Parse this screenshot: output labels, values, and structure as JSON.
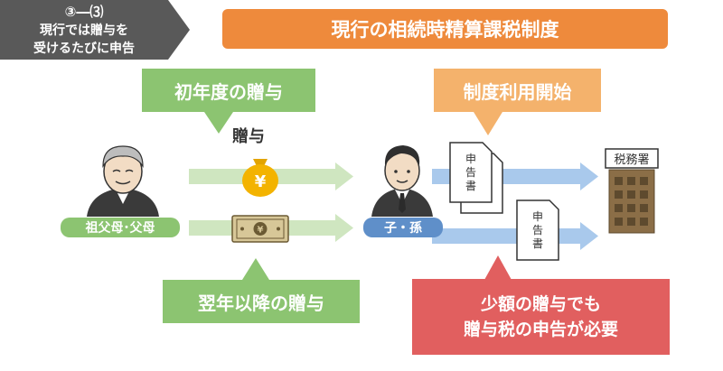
{
  "badge": {
    "number": "③―⑶",
    "line1": "現行では贈与を",
    "line2": "受けるたびに申告"
  },
  "title": "現行の相続時精算課税制度",
  "callouts": {
    "first_year": "初年度の贈与",
    "system_start": "制度利用開始",
    "following_years": "翌年以降の贈与",
    "required_line1": "少額の贈与でも",
    "required_line2": "贈与税の申告が必要"
  },
  "gift_label": "贈与",
  "grandparent_label": "祖父母･父母",
  "child_label": "子・孫",
  "document_text": "申告書",
  "tax_office_label": "税務署",
  "money_symbol": "¥",
  "colors": {
    "green": "#8cc471",
    "orange_title": "#ee8a3c",
    "orange_callout": "#f4b26c",
    "red": "#e15f5f",
    "blue_arrow": "#a9c9ec",
    "blue_label": "#5f8fc9",
    "badge_gray": "#595959",
    "building": "#8b6e47"
  }
}
